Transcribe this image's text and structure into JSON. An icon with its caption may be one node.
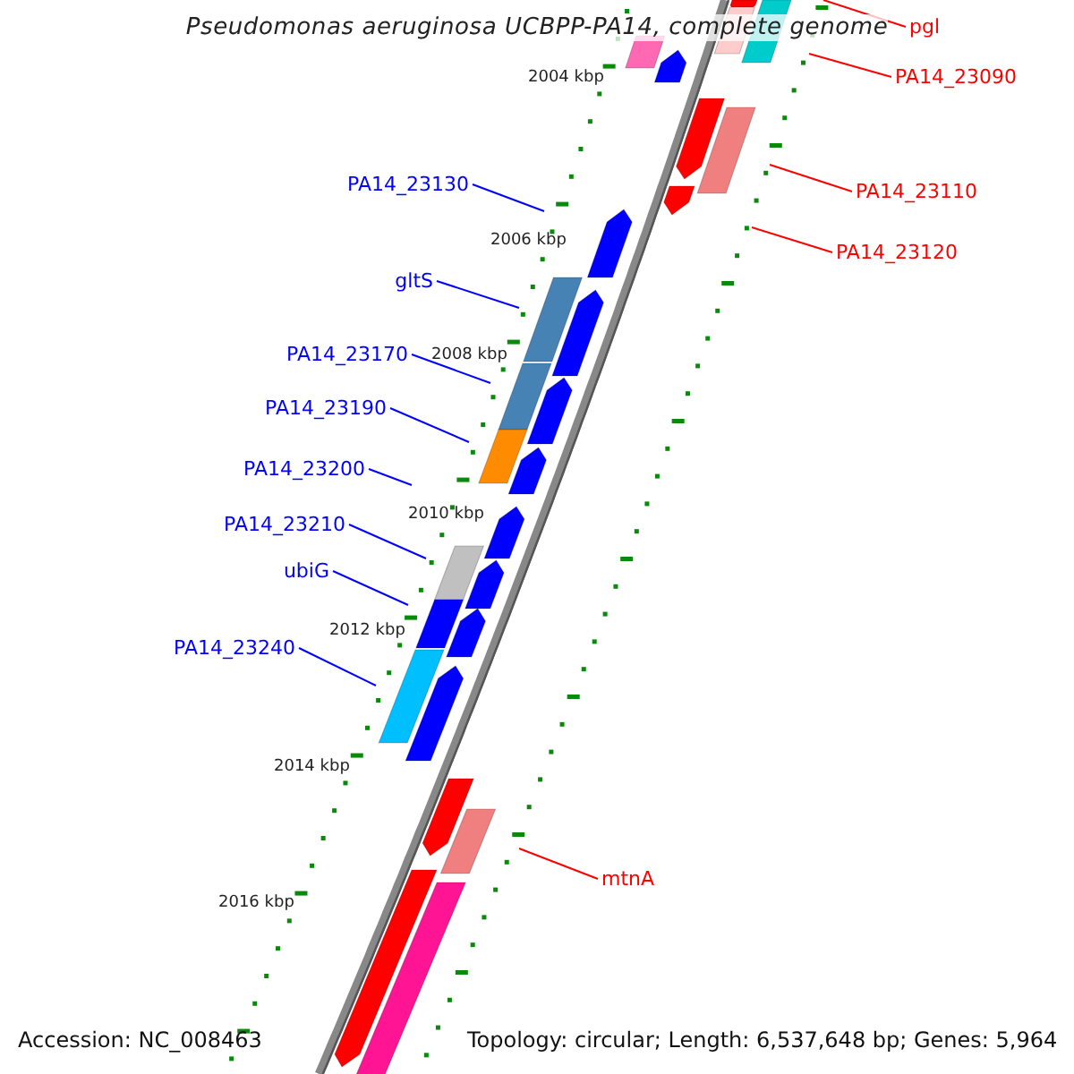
{
  "diagram": {
    "title": "Pseudomonas aeruginosa UCBPP-PA14, complete genome",
    "nodes": [
      {
        "text": [
          "pgl"
        ]
      },
      {
        "text": [
          "PA14_23090"
        ]
      },
      {
        "text": [
          "PA14_23130"
        ]
      },
      {
        "text": [
          "PA14_23110"
        ]
      },
      {
        "text": [
          "PA14_23120"
        ]
      },
      {
        "text": [
          "gltS"
        ]
      },
      {
        "text": [
          "PA14_23170"
        ]
      },
      {
        "text": [
          "PA14_23190"
        ]
      },
      {
        "text": [
          "PA14_23200"
        ]
      },
      {
        "text": [
          "PA14_23210"
        ]
      },
      {
        "text": [
          "ubiG"
        ]
      },
      {
        "text": [
          "PA14_23240"
        ]
      },
      {
        "text": [
          "mtnA"
        ]
      }
    ],
    "edges": [
      {
        "from": 0,
        "to": null,
        "arrow": "none",
        "color": "#ff0000"
      },
      {
        "from": 1,
        "to": null,
        "arrow": "none",
        "color": "#ff0000"
      },
      {
        "from": 2,
        "to": null,
        "arrow": "none"
      },
      {
        "from": 3,
        "to": null,
        "arrow": "none",
        "color": "#ff0000"
      },
      {
        "from": 4,
        "to": null,
        "arrow": "none",
        "color": "#ff0000"
      },
      {
        "from": 5,
        "to": null,
        "arrow": "none"
      },
      {
        "from": 6,
        "to": null,
        "arrow": "none"
      },
      {
        "from": 7,
        "to": null,
        "arrow": "none"
      },
      {
        "from": 8,
        "to": null,
        "arrow": "none"
      },
      {
        "from": 9,
        "to": null,
        "arrow": "none"
      },
      {
        "from": 10,
        "to": null,
        "arrow": "none"
      },
      {
        "from": 11,
        "to": null,
        "arrow": "none"
      },
      {
        "from": 12,
        "to": null,
        "arrow": "none",
        "color": "#ff0000"
      }
    ],
    "labels": [
      "2004 kbp",
      "2006 kbp",
      "2008 kbp",
      "2010 kbp",
      "2012 kbp",
      "2014 kbp",
      "2016 kbp",
      "Accession: NC_008463",
      "Topology: circular; Length: 6,537,648 bp; Genes: 5,964"
    ]
  }
}
